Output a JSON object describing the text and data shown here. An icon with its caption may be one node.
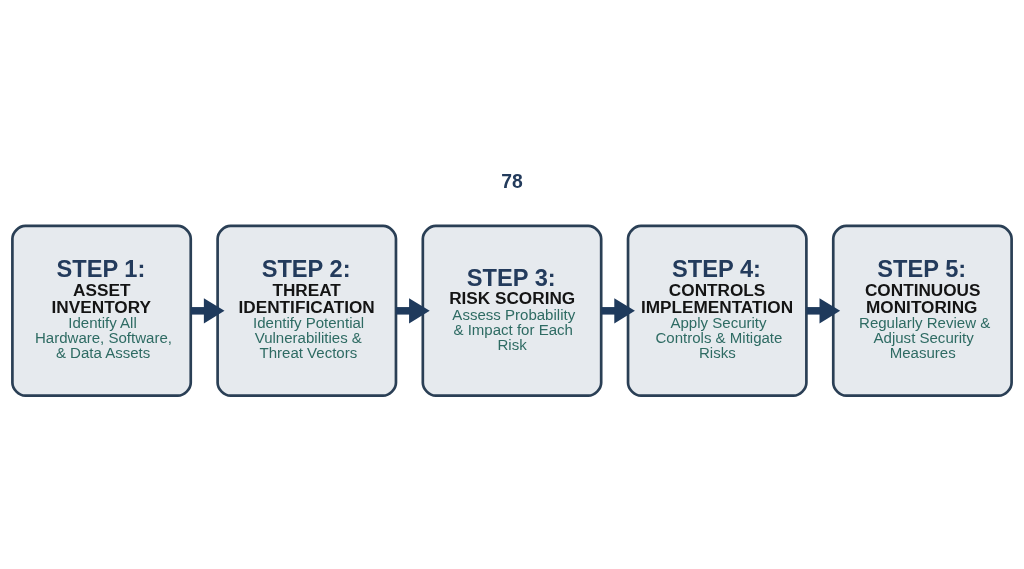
{
  "diagram": {
    "nodes": [
      {
        "text": [
          "STEP 1:",
          "ASSET INVENTORY",
          "Identify All Hardware, Software, & Data Assets"
        ]
      },
      {
        "text": [
          "STEP 2:",
          "THREAT IDENTIFICATION",
          "Identify Potential Vulnerabilities & Threat Vectors"
        ]
      },
      {
        "text": [
          "STEP 3:",
          "RISK SCORING",
          "Assess Probability & Impact for Each Risk"
        ]
      },
      {
        "text": [
          "STEP 4:",
          "CONTROLS IMPLEMENTATION",
          "Apply Security Controls & Mitigate Risks"
        ]
      },
      {
        "text": [
          "STEP 5:",
          "CONTINUOUS MONITORING",
          "Regularly Review & Adjust Security Measures"
        ]
      }
    ],
    "edges": [
      {
        "from": 0,
        "to": 1,
        "arrow": "to"
      },
      {
        "from": 1,
        "to": 2,
        "arrow": "to"
      },
      {
        "from": 2,
        "to": 3,
        "arrow": "to"
      },
      {
        "from": 3,
        "to": 4,
        "arrow": "to"
      }
    ],
    "labels": [
      "78"
    ]
  }
}
